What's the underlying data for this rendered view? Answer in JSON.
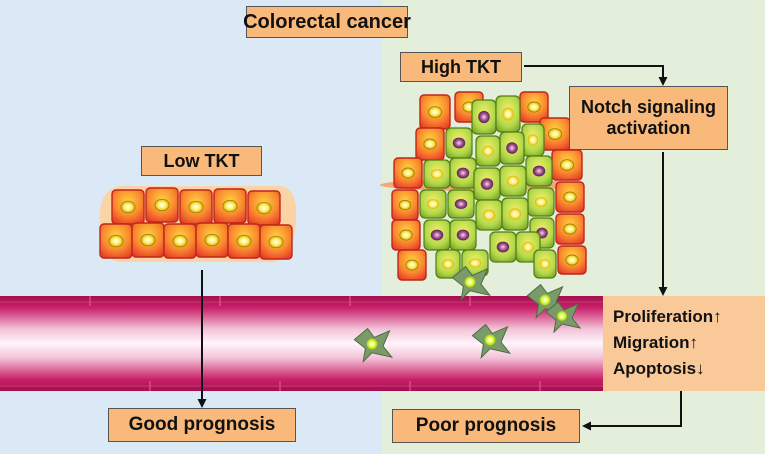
{
  "title": "Colorectal cancer",
  "low_tkt": "Low TKT",
  "high_tkt": "High TKT",
  "notch": "Notch signaling activation",
  "outcomes": [
    "Proliferation↑",
    "Migration↑",
    "Apoptosis↓"
  ],
  "good_prognosis": "Good prognosis",
  "poor_prognosis": "Poor prognosis",
  "colors": {
    "left_background": "#dbe8f5",
    "right_background": "#e4efdb",
    "label_fill": "#f9b97a",
    "normal_cell": "#f26a2e",
    "tumor_cell": "#9acd32",
    "vessel": "#c2185b"
  }
}
